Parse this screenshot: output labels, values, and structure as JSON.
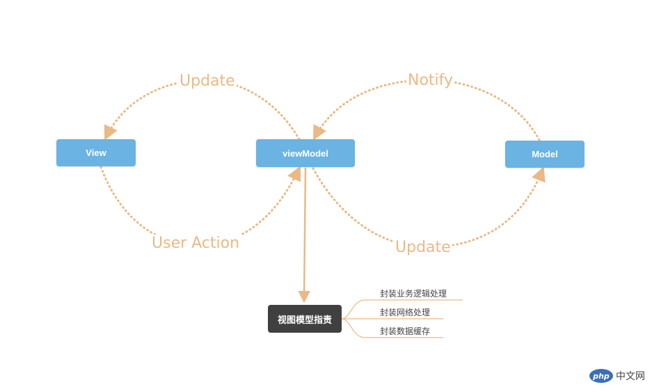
{
  "nodes": {
    "view": "View",
    "viewmodel": "viewModel",
    "model": "Model",
    "responsibility": "视图模型指责"
  },
  "edges": {
    "update_to_view": "Update",
    "user_action": "User Action",
    "notify": "Notify",
    "update_to_model": "Update"
  },
  "responsibilities": [
    "封装业务逻辑处理",
    "封装网络处理",
    "封装数据缓存"
  ],
  "watermark": {
    "logo": "php",
    "text": "中文网"
  },
  "colors": {
    "node_blue": "#6ab3e2",
    "node_dark": "#404040",
    "edge_orange": "#eab985"
  }
}
